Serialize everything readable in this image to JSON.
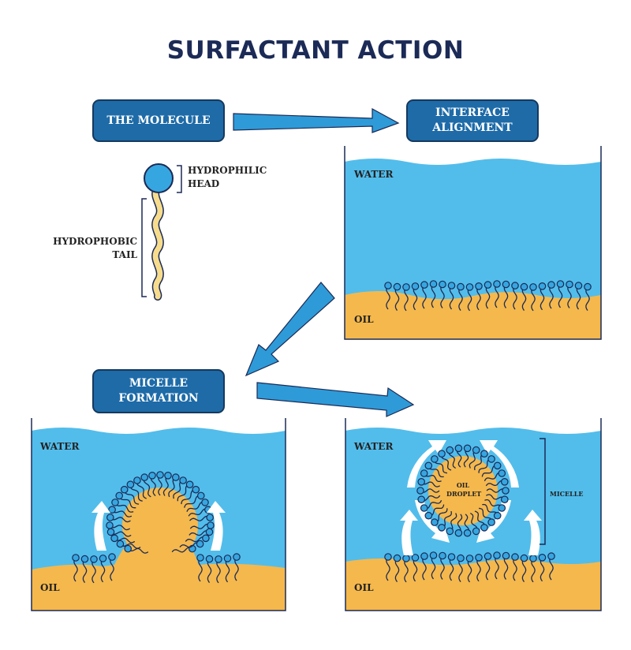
{
  "title": "SURFACTANT ACTION",
  "badges": {
    "molecule": "THE MOLECULE",
    "interface": "INTERFACE\nALIGNMENT",
    "micelle": "MICELLE\nFORMATION"
  },
  "molecule_labels": {
    "head": "HYDROPHILIC\nHEAD",
    "tail": "HYDROPHOBIC\nTAIL"
  },
  "panels": {
    "interface": {
      "water": "WATER",
      "oil": "OIL"
    },
    "formation": {
      "water": "WATER",
      "oil": "OIL"
    },
    "micelle": {
      "water": "WATER",
      "oil": "OIL",
      "droplet": "OIL\nDROPLET",
      "micelle": "MICELLE"
    }
  },
  "colors": {
    "water": "#52bdeb",
    "oil": "#f5b84c",
    "head": "#36a6e0",
    "tail": "#f6dc8c",
    "badge": "#1e6ba8",
    "arrow": "#2e9bd8",
    "outline": "#1b2a56"
  }
}
